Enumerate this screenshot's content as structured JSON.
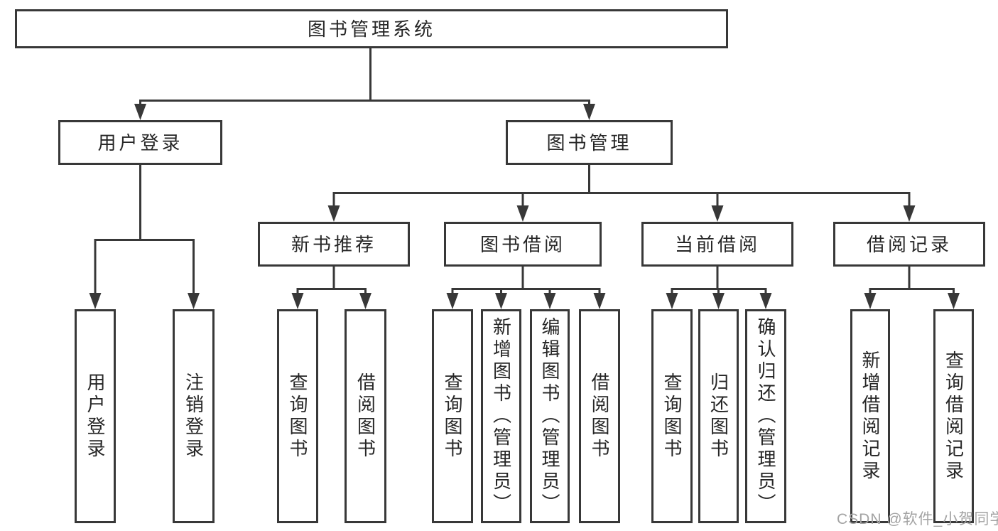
{
  "root": {
    "label": "图书管理系统"
  },
  "branches": {
    "user_login": {
      "label": "用户登录"
    },
    "book_management": {
      "label": "图书管理"
    }
  },
  "modules": {
    "new_book_recommend": {
      "label": "新书推荐"
    },
    "book_borrowing": {
      "label": "图书借阅"
    },
    "current_borrowing": {
      "label": "当前借阅"
    },
    "borrowing_records": {
      "label": "借阅记录"
    }
  },
  "leaves": {
    "user_login": [
      "用户登录",
      "注销登录"
    ],
    "new_book_recommend": [
      "查询图书",
      "借阅图书"
    ],
    "book_borrowing": [
      "查询图书",
      "新增图书（管理员）",
      "编辑图书（管理员）",
      "借阅图书"
    ],
    "current_borrowing": [
      "查询图书",
      "归还图书",
      "确认归还（管理员）"
    ],
    "borrowing_records": [
      "新增借阅记录",
      "查询借阅记录"
    ]
  },
  "watermark": "CSDN @软件_小贺同学",
  "colors": {
    "line": "#383838",
    "box_border": "#383838",
    "text": "#262626",
    "watermark": "#a3a3a3"
  }
}
